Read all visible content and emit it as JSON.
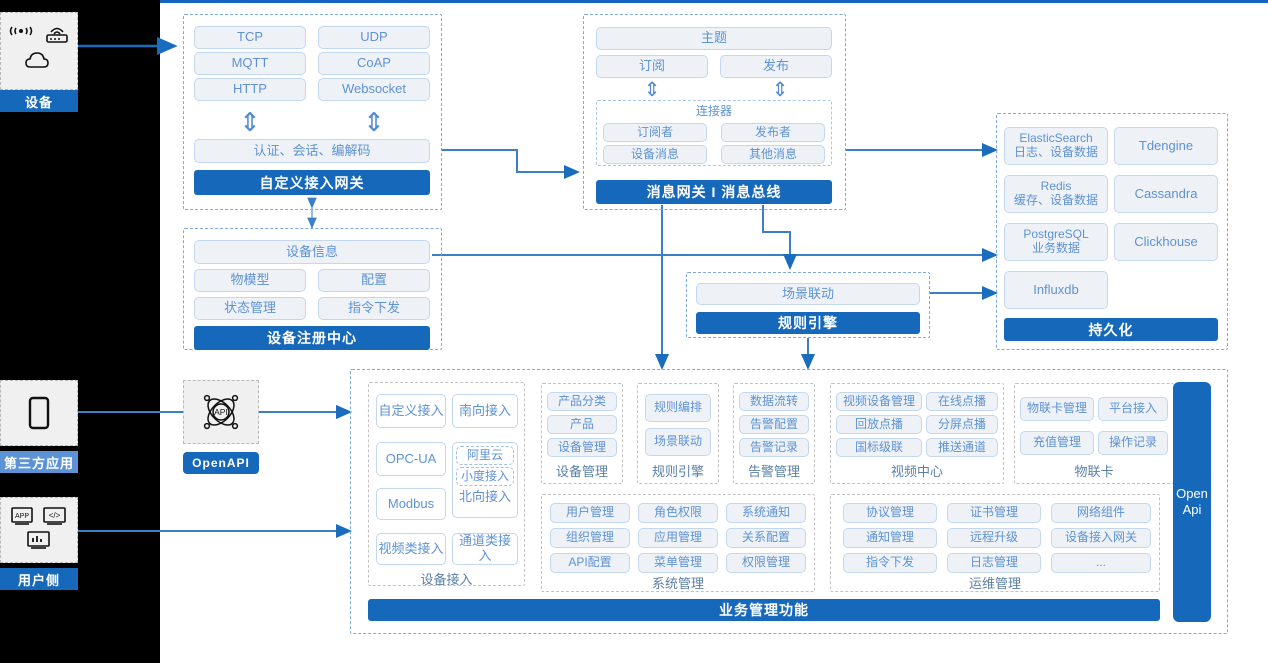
{
  "rail": {
    "items": [
      {
        "name": "device",
        "label": "设备",
        "icons": [
          "wifi-signal-icon",
          "router-icon",
          "cloud-icon"
        ]
      },
      {
        "name": "third-party-app",
        "label": "第三方应用",
        "icons": [
          "mobile-phone-icon"
        ]
      },
      {
        "name": "user-side",
        "label": "用户侧",
        "icons": [
          "app-window-icon",
          "code-window-icon",
          "chart-window-icon"
        ]
      }
    ]
  },
  "openapi": {
    "badge": "OpenAPI",
    "icon": "api-network-icon"
  },
  "access_gateway": {
    "protocols": [
      "TCP",
      "UDP",
      "MQTT",
      "CoAP",
      "HTTP",
      "Websocket"
    ],
    "middle": "认证、会话、编解码",
    "bar": "自定义接入网关"
  },
  "message_bus": {
    "topic": "主题",
    "pubsub": [
      "订阅",
      "发布"
    ],
    "connector_title": "连接器",
    "connector_items": [
      "订阅者",
      "发布者",
      "设备消息",
      "其他消息"
    ],
    "bar": "消息网关 I 消息总线"
  },
  "device_registry": {
    "header": "设备信息",
    "items": [
      "物模型",
      "配置",
      "状态管理",
      "指令下发"
    ],
    "bar": "设备注册中心"
  },
  "rule_engine": {
    "top": "场景联动",
    "bar": "规则引擎"
  },
  "persistence": {
    "stores": [
      {
        "name": "ElasticSearch",
        "desc": "日志、设备数据"
      },
      {
        "name": "Tdengine",
        "desc": ""
      },
      {
        "name": "Redis",
        "desc": "缓存、设备数据"
      },
      {
        "name": "Cassandra",
        "desc": ""
      },
      {
        "name": "PostgreSQL",
        "desc": "业务数据"
      },
      {
        "name": "Clickhouse",
        "desc": ""
      },
      {
        "name": "Influxdb",
        "desc": ""
      }
    ],
    "bar": "持久化"
  },
  "business": {
    "bar": "业务管理功能",
    "open_api_side": "Open Api",
    "device_access": {
      "title": "设备接入",
      "left": [
        "自定义接入",
        "OPC-UA",
        "Modbus",
        "视频类接入"
      ],
      "right_top": "南向接入",
      "northbound": {
        "label": "北向接入",
        "nested": [
          "阿里云",
          "小度接入"
        ]
      },
      "right_bottom": "通道类接入"
    },
    "groups_row1": [
      {
        "title": "设备管理",
        "items": [
          "产品分类",
          "产品",
          "设备管理"
        ]
      },
      {
        "title": "规则引擎",
        "items": [
          "规则编排",
          "场景联动"
        ]
      },
      {
        "title": "告警管理",
        "items": [
          "数据流转",
          "告警配置",
          "告警记录"
        ]
      },
      {
        "title": "视频中心",
        "items": [
          "视频设备管理",
          "在线点播",
          "回放点播",
          "分屏点播",
          "国标级联",
          "推送通道"
        ]
      },
      {
        "title": "物联卡",
        "items": [
          "物联卡管理",
          "平台接入",
          "充值管理",
          "操作记录"
        ]
      }
    ],
    "groups_row2": [
      {
        "title": "系统管理",
        "items": [
          "用户管理",
          "角色权限",
          "系统通知",
          "组织管理",
          "应用管理",
          "关系配置",
          "API配置",
          "菜单管理",
          "权限管理"
        ]
      },
      {
        "title": "运维管理",
        "items": [
          "协议管理",
          "证书管理",
          "网络组件",
          "通知管理",
          "远程升级",
          "设备接入网关",
          "指令下发",
          "日志管理",
          "..."
        ]
      }
    ]
  },
  "colors": {
    "accent": "#1668bb",
    "chip_text": "#5e92d4",
    "chip_bg": "#eef2f6",
    "chip_border": "#c3d7ee",
    "panel_border": "#7aaade",
    "rail_bg": "#f0f0f0"
  }
}
